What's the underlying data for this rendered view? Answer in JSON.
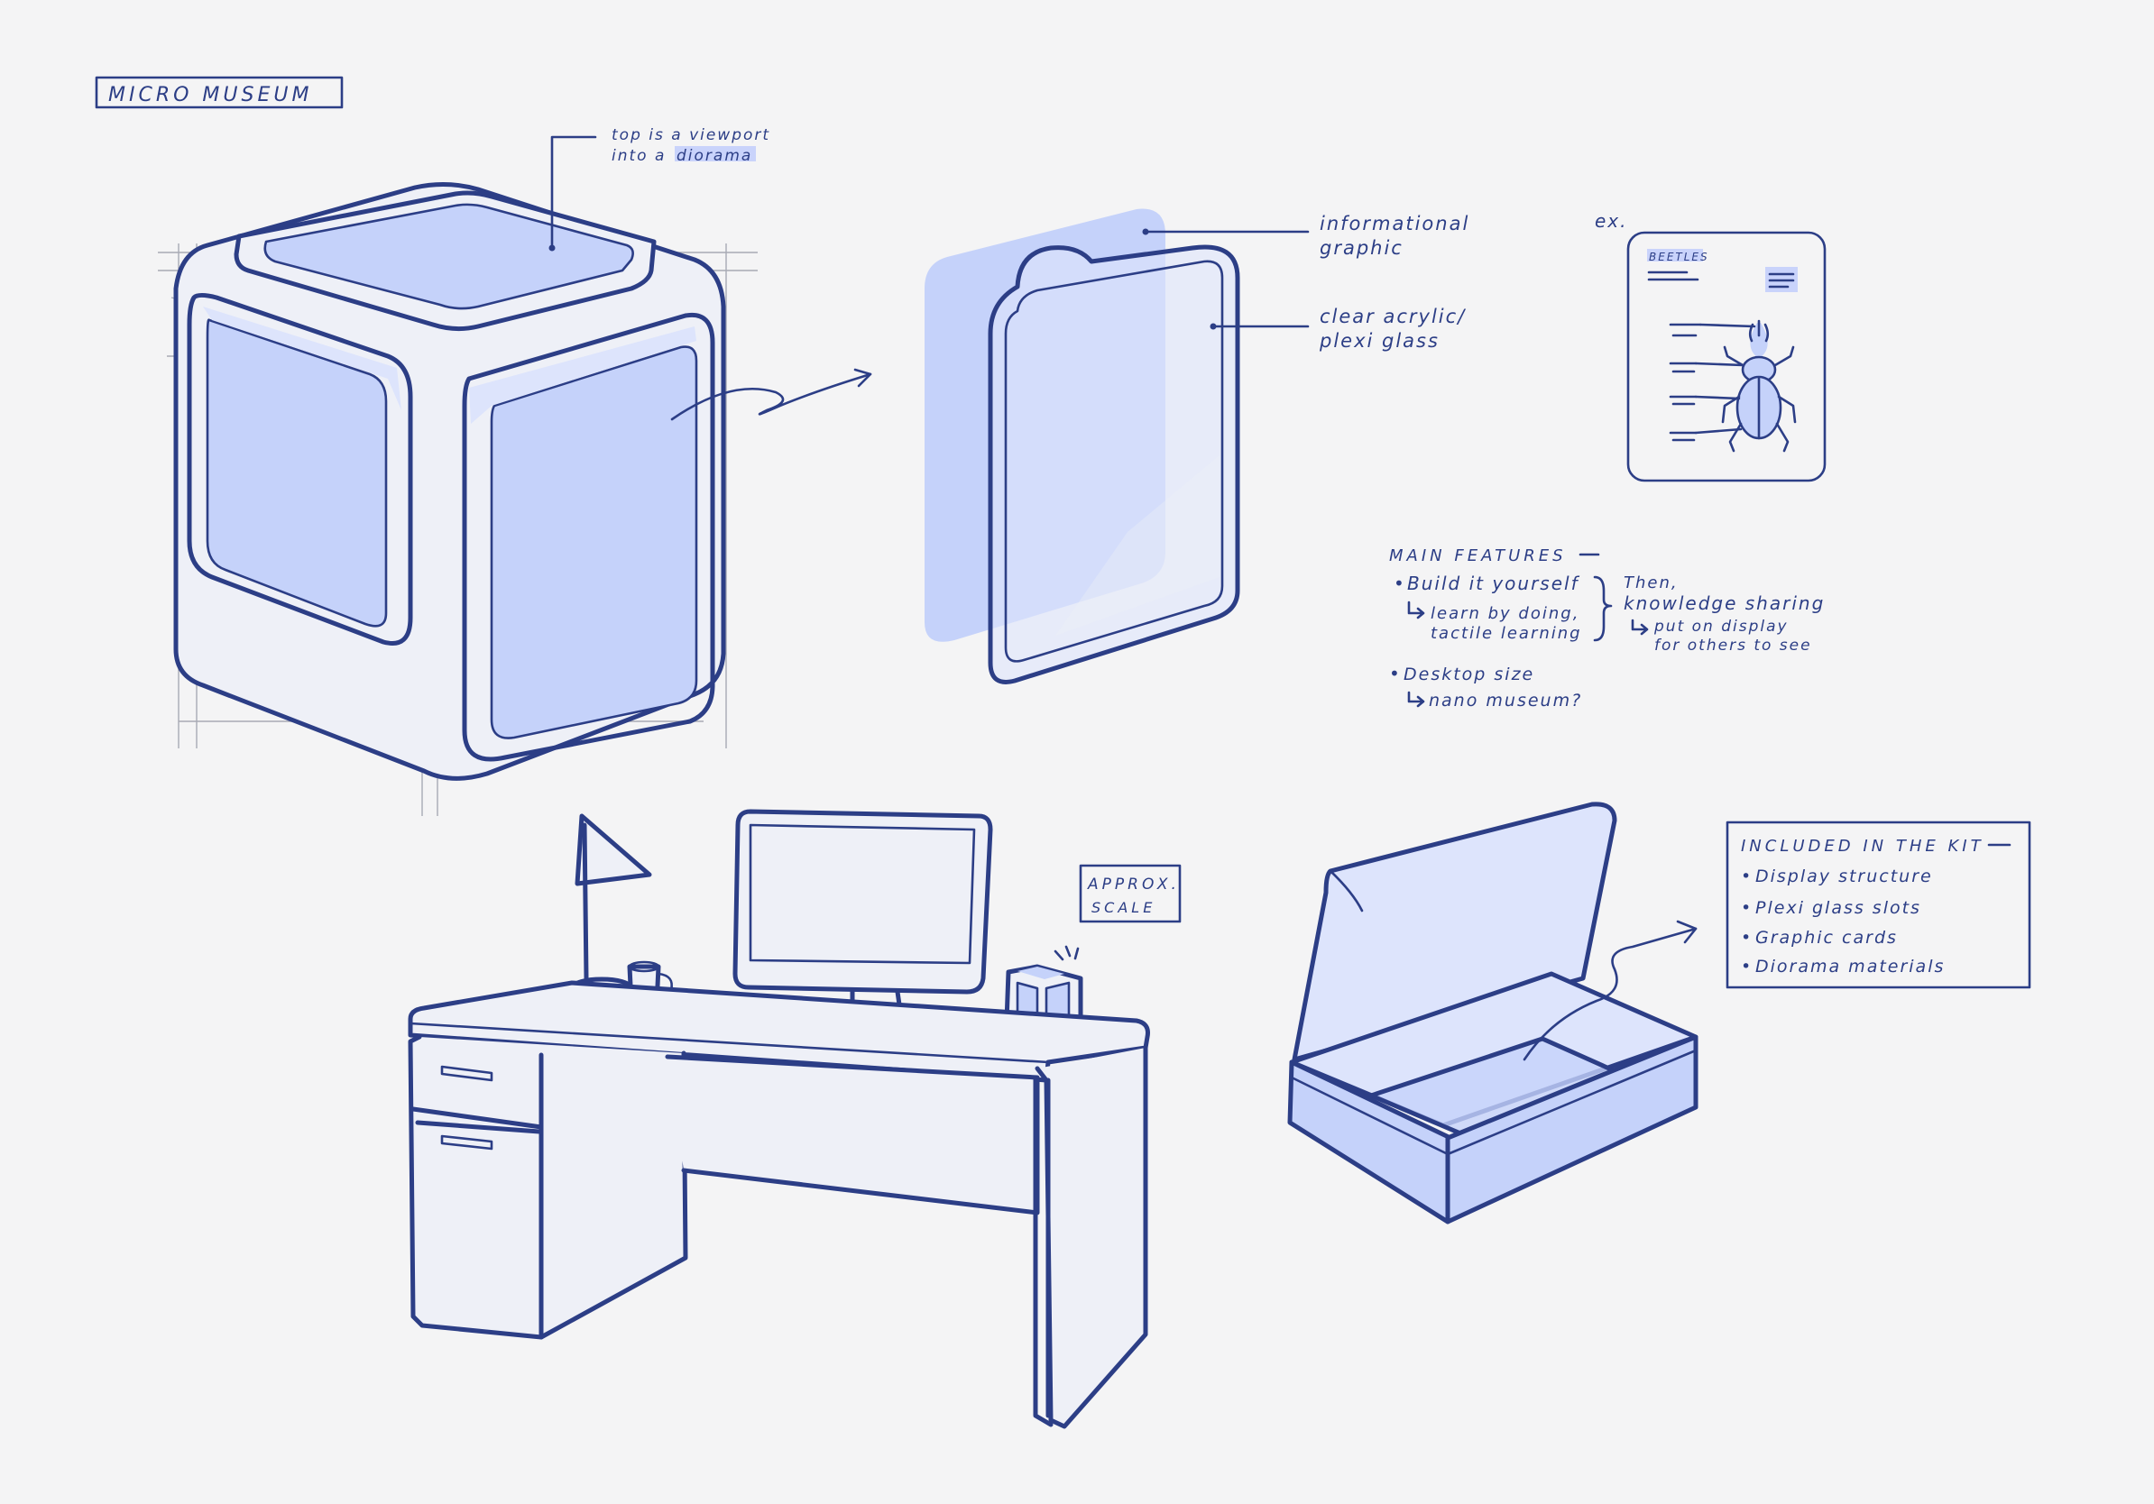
{
  "title": "MICRO MUSEUM",
  "annotations": {
    "viewport_line1": "top is a viewport",
    "viewport_line2_prefix": "into a ",
    "viewport_line2_highlight": "diorama",
    "graphic_line1": "informational",
    "graphic_line2": "graphic",
    "acrylic_line1": "clear acrylic/",
    "acrylic_line2": "plexi glass",
    "example_label": "ex."
  },
  "example_card": {
    "heading": "BEETLES"
  },
  "main_features": {
    "heading": "MAIN FEATURES",
    "item1": "Build it yourself",
    "item1_sub1": "learn by doing,",
    "item1_sub2": "tactile learning",
    "then_line1": "Then,",
    "then_line2": "knowledge sharing",
    "then_sub1": "put on display",
    "then_sub2": "for others to see",
    "item2": "Desktop size",
    "item2_sub": "nano museum?"
  },
  "scale_label": {
    "line1": "APPROX.",
    "line2": "SCALE"
  },
  "kit": {
    "heading": "INCLUDED IN THE KIT",
    "items": [
      "Display structure",
      "Plexi glass slots",
      "Graphic cards",
      "Diorama materials"
    ]
  },
  "colors": {
    "ink": "#2c3e86",
    "accent_fill": "#c5d2fa",
    "background": "#f4f4f5"
  }
}
